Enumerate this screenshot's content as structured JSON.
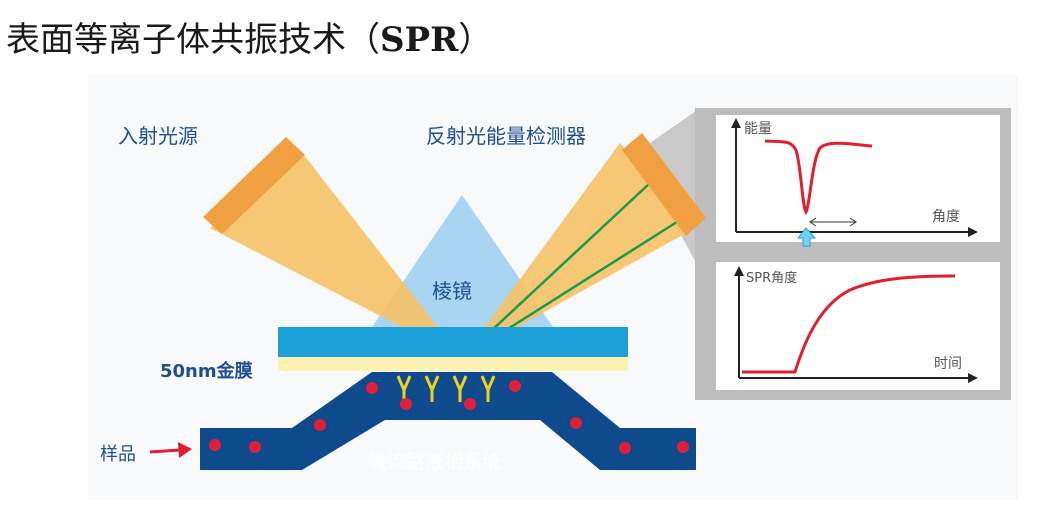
{
  "title": "表面等离子体共振技术（SPR）",
  "title_prefix": "表面等离子体共振技术（",
  "title_bold": "SPR",
  "title_suffix": "）",
  "labels": {
    "light_source": "入射光源",
    "detector": "反射光能量检测器",
    "prism": "棱镜",
    "gold_film": "50nm金膜",
    "sample": "样品",
    "microfluidic": "微流路液相系统"
  },
  "top_plot": {
    "ylabel": "能量",
    "xlabel": "角度"
  },
  "bottom_plot": {
    "ylabel": "SPR角度",
    "xlabel": "时间"
  },
  "colors": {
    "beam": "#f5c36a",
    "lamp": "#f0a040",
    "prism": "#a9d4f2",
    "glass": "#1da1d8",
    "gold": "#fdf3b0",
    "channel": "#0f4a8c",
    "particle": "#e0203a",
    "antibody": "#f0d020",
    "reflected_rays": "#1a9a4a",
    "curve": "#e02030",
    "panel_bg": "#bdbdbd"
  }
}
